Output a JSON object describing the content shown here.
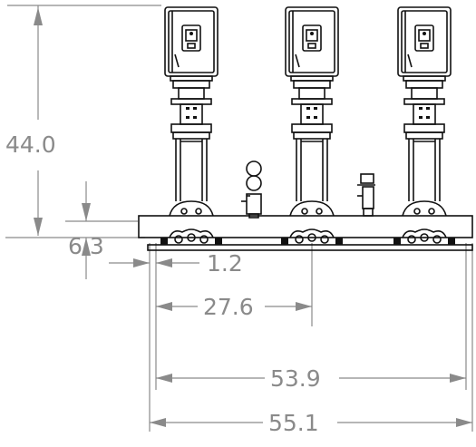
{
  "drawing": {
    "units": "",
    "dimensions": {
      "overall_height": "44.0",
      "base_height": "6.3",
      "offset": "1.2",
      "pump_spacing": "27.6",
      "inner_width": "53.9",
      "overall_width": "55.1"
    },
    "pump_count": 3,
    "colors": {
      "dimension": "#8a8a8a",
      "outline": "#111111",
      "background": "#ffffff"
    }
  }
}
